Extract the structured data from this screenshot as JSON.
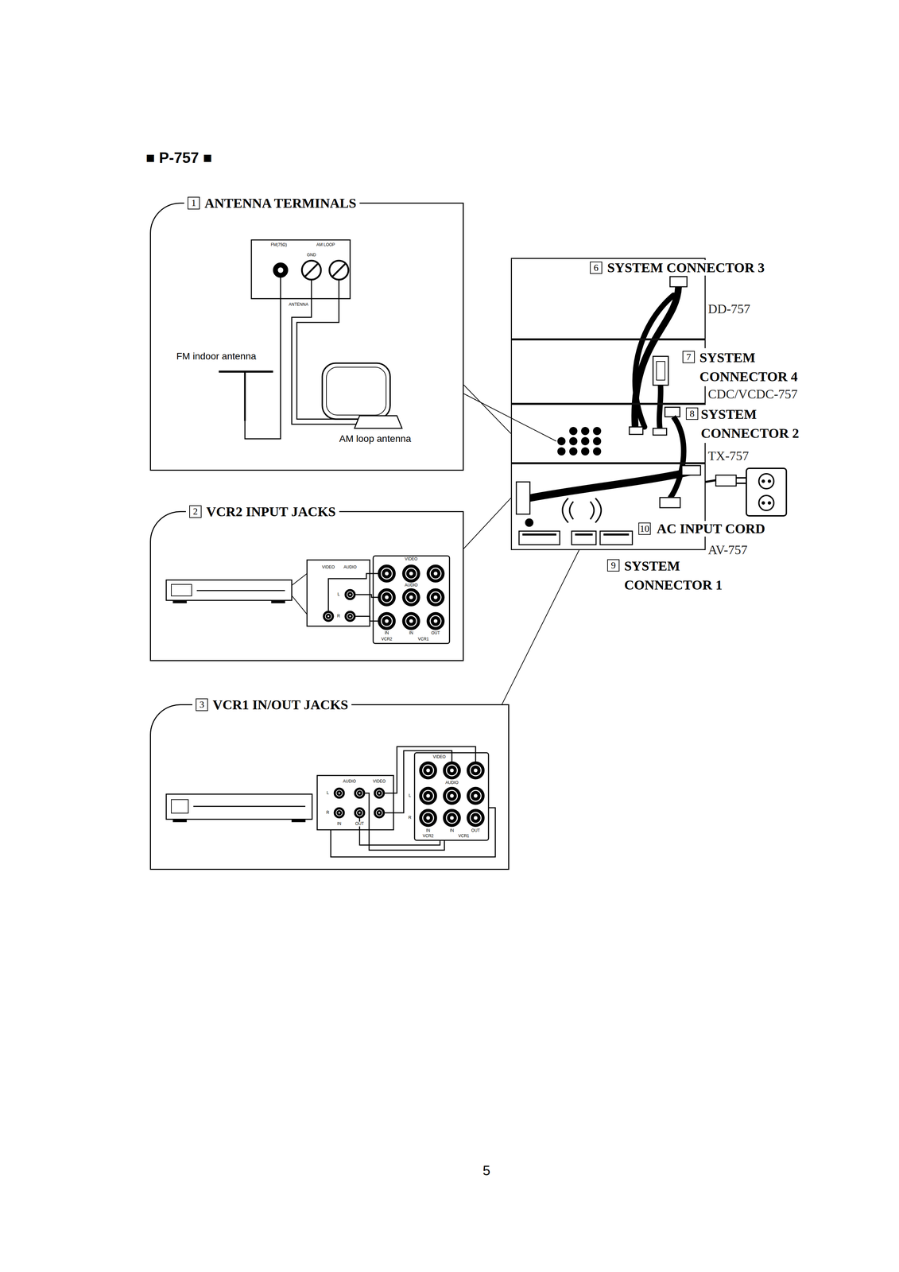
{
  "diagram": {
    "title": "■ P-757 ■",
    "nodes": [
      {
        "text": [
          "1",
          "ANTENNA TERMINALS"
        ]
      },
      {
        "text": [
          "2",
          "VCR2 INPUT JACKS"
        ]
      },
      {
        "text": [
          "3",
          "VCR1 IN/OUT JACKS"
        ]
      },
      {
        "text": [
          "DD-757"
        ]
      },
      {
        "text": [
          "CDC/VCDC-757"
        ]
      },
      {
        "text": [
          "TX-757"
        ]
      },
      {
        "text": [
          "AV-757"
        ]
      }
    ],
    "edges": [
      {
        "from": 0,
        "to": 5,
        "arrow": "none"
      },
      {
        "from": 1,
        "to": 6,
        "arrow": "none"
      },
      {
        "from": 2,
        "to": 6,
        "arrow": "none"
      }
    ],
    "labels": [
      "FM(75Ω)",
      "AM LOOP",
      "GND",
      "ANTENNA",
      "FM indoor antenna",
      "AM loop antenna",
      "VIDEO",
      "AUDIO",
      "IN",
      "IN",
      "OUT",
      "VCR2",
      "VCR1",
      "VIDEO",
      "AUDIO",
      "L",
      "R",
      "VIDEO",
      "AUDIO",
      "L",
      "R",
      "IN",
      "IN",
      "OUT",
      "VCR2",
      "VCR1",
      "AUDIO",
      "VIDEO",
      "L",
      "R",
      "IN",
      "OUT",
      "6",
      "SYSTEM CONNECTOR 3",
      "7",
      "SYSTEM CONNECTOR 4",
      "8",
      "SYSTEM CONNECTOR 2",
      "10",
      "AC INPUT CORD",
      "9",
      "SYSTEM CONNECTOR 1",
      "5"
    ]
  }
}
